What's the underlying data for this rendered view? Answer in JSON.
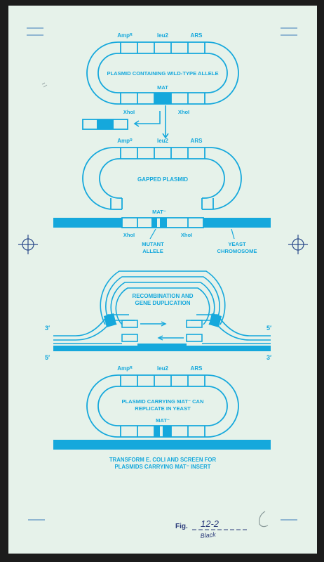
{
  "colors": {
    "paper": "#e6f2ea",
    "ink": "#15a8dc",
    "pencil": "#2a3a7a",
    "background": "#1c1c1c"
  },
  "stage1": {
    "amp": "Ampᴿ",
    "leu2": "leu2",
    "ars": "ARS",
    "title": "PLASMID CONTAINING WILD-TYPE ALLELE",
    "mat": "MAT",
    "xhol_left": "XhoI",
    "xhol_right": "XhoI"
  },
  "stage2": {
    "amp": "Ampᴿ",
    "leu2": "leu2",
    "ars": "ARS",
    "title": "GAPPED PLASMID",
    "mat": "MAT⁻",
    "xhol_left": "XhoI",
    "xhol_right": "XhoI",
    "mutant_line1": "MUTANT",
    "mutant_line2": "ALLELE",
    "yeast_line1": "YEAST",
    "yeast_line2": "CHROMOSOME"
  },
  "stage3": {
    "title_line1": "RECOMBINATION AND",
    "title_line2": "GENE DUPLICATION",
    "end_top_left": "3′",
    "end_top_right": "5′",
    "end_bottom_left": "5′",
    "end_bottom_right": "3′"
  },
  "stage4": {
    "amp": "Ampᴿ",
    "leu2": "leu2",
    "ars": "ARS",
    "title_line1": "PLASMID CARRYING MAT⁻ CAN",
    "title_line2": "REPLICATE IN YEAST",
    "mat": "MAT⁻"
  },
  "caption": {
    "line1": "TRANSFORM E. COLI AND SCREEN FOR",
    "line2": "PLASMIDS CARRYING MAT⁻ INSERT"
  },
  "figure_label": {
    "prefix": "Fig.",
    "number": "12-2",
    "note": "Black"
  }
}
